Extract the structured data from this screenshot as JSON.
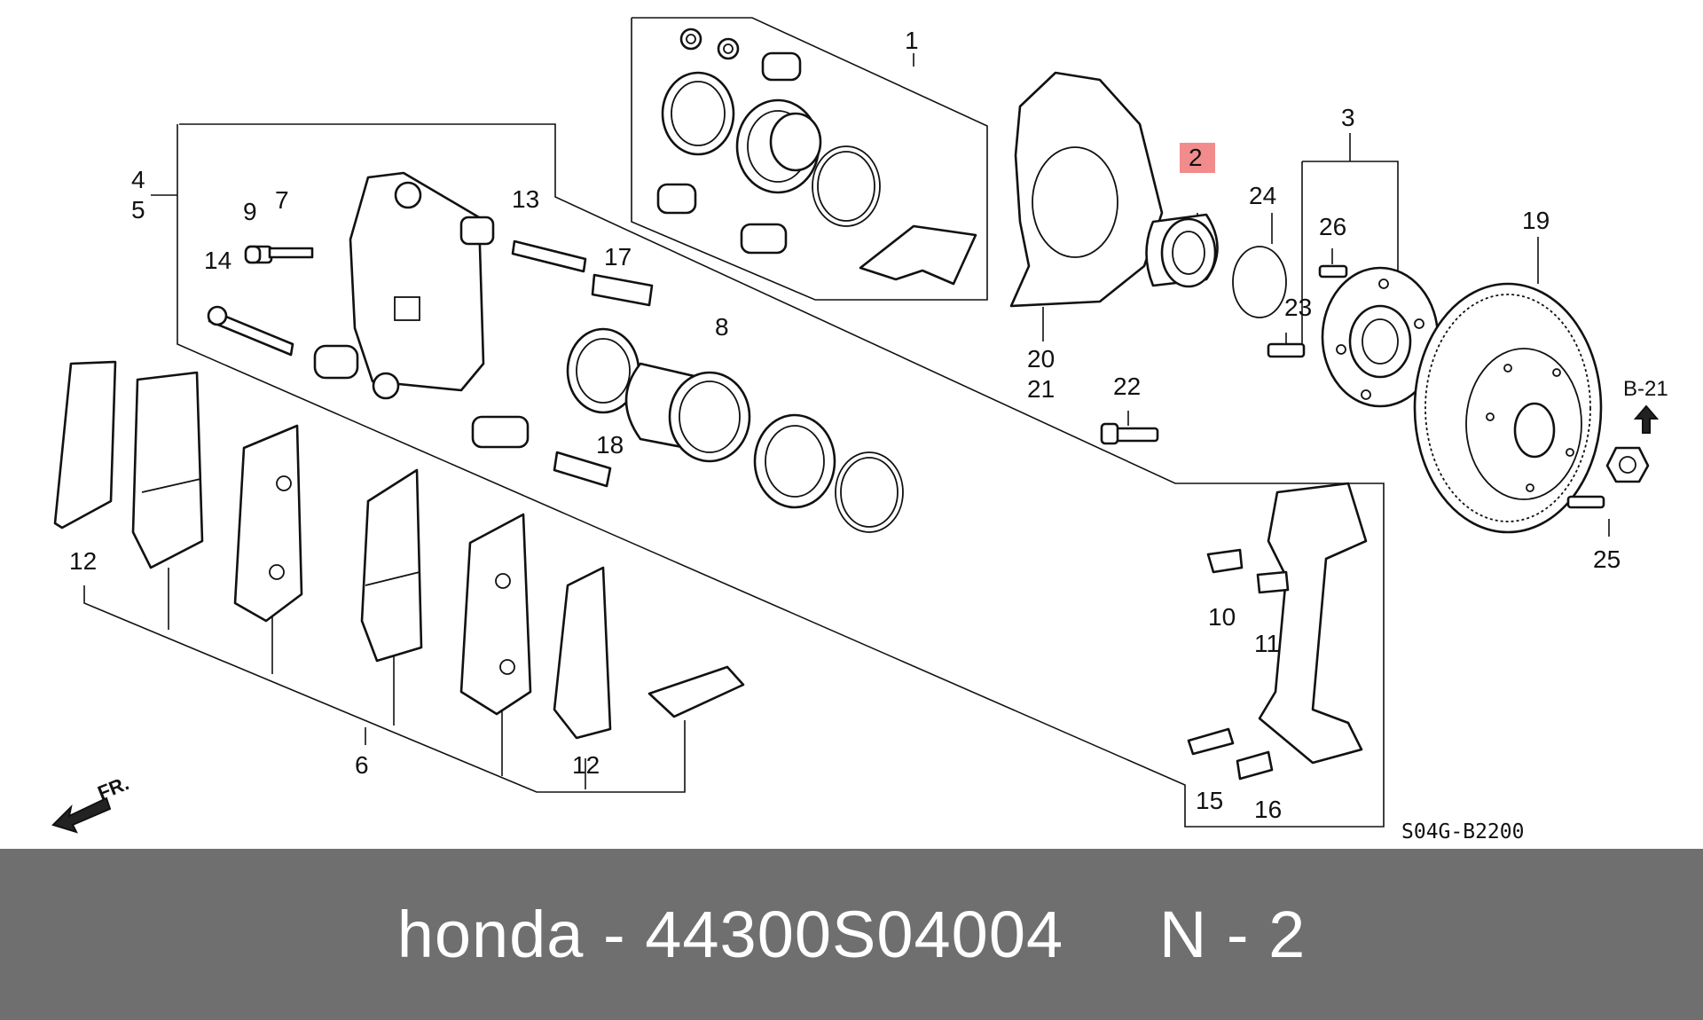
{
  "labels": {
    "p1": "1",
    "p2": "2",
    "p3": "3",
    "p4": "4",
    "p5": "5",
    "p6": "6",
    "p7": "7",
    "p8": "8",
    "p9": "9",
    "p10": "10",
    "p11": "11",
    "p12a": "12",
    "p12b": "12",
    "p13": "13",
    "p14": "14",
    "p15": "15",
    "p16": "16",
    "p17": "17",
    "p18": "18",
    "p19": "19",
    "p20": "20",
    "p21": "21",
    "p22": "22",
    "p23": "23",
    "p24": "24",
    "p25": "25",
    "p26": "26"
  },
  "ref_b21": "B-21",
  "fr_label": "FR.",
  "diagram_code": "S04G-B2200",
  "highlight_color": "#f28c8c",
  "footer_text": "honda - 44300S04004     N - 2"
}
